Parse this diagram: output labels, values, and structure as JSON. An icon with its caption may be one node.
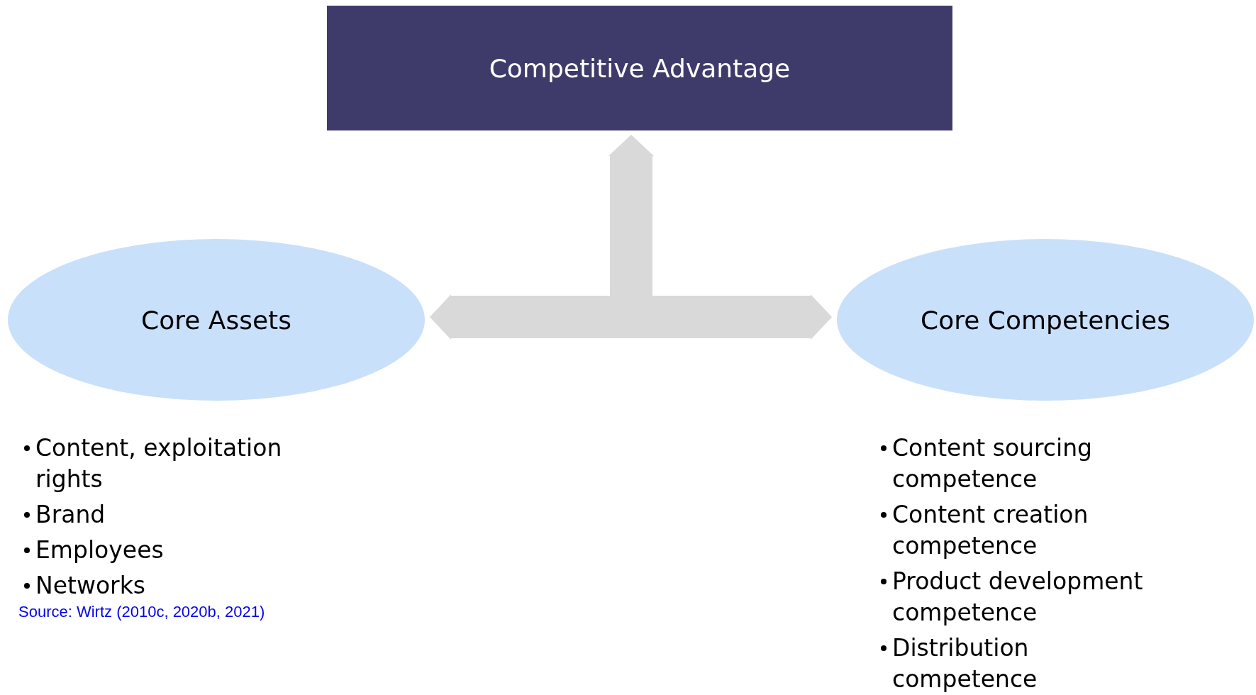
{
  "diagram": {
    "nodes": [
      {
        "text": [
          "Competitive Advantage"
        ]
      },
      {
        "text": [
          "Core Assets"
        ],
        "beside": [
          "Content, exploitation rights",
          "Brand",
          "Employees",
          "Networks"
        ]
      },
      {
        "text": [
          "Core Competencies"
        ],
        "beside": [
          "Content sourcing competence",
          "Content creation competence",
          "Product development competence",
          "Distribution competence"
        ]
      }
    ],
    "edges": [
      {
        "from": 1,
        "to": 2,
        "arrow": "both"
      },
      {
        "from": null,
        "to": 0,
        "arrow": "to"
      }
    ],
    "labels": [
      "Source: Wirtz (2010c, 2020b, 2021)"
    ]
  }
}
